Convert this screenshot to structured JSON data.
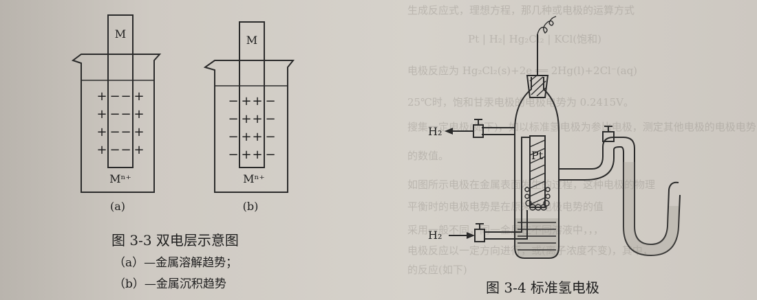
{
  "figure_3_3": {
    "beaker_a": {
      "electrode_label": "M",
      "ion_label": "Mⁿ⁺",
      "sublabel": "(a)",
      "rows": [
        {
          "outer_left": "+",
          "inner_left": "−",
          "inner_right": "−",
          "outer_right": "+"
        },
        {
          "outer_left": "+",
          "inner_left": "−",
          "inner_right": "−",
          "outer_right": "+"
        },
        {
          "outer_left": "+",
          "inner_left": "−",
          "inner_right": "−",
          "outer_right": "+"
        },
        {
          "outer_left": "+",
          "inner_left": "−",
          "inner_right": "−",
          "outer_right": "+"
        }
      ]
    },
    "beaker_b": {
      "electrode_label": "M",
      "ion_label": "Mⁿ⁺",
      "sublabel": "(b)",
      "rows": [
        {
          "outer_left": "−",
          "inner_left": "+",
          "inner_right": "+",
          "outer_right": "−"
        },
        {
          "outer_left": "−",
          "inner_left": "+",
          "inner_right": "+",
          "outer_right": "−"
        },
        {
          "outer_left": "−",
          "inner_left": "+",
          "inner_right": "+",
          "outer_right": "−"
        },
        {
          "outer_left": "−",
          "inner_left": "+",
          "inner_right": "+",
          "outer_right": "−"
        }
      ]
    },
    "caption": "图 3-3   双电层示意图",
    "caption_line_a": "（a）—金属溶解趋势；",
    "caption_line_b": "（b）—金属沉积趋势"
  },
  "figure_3_4": {
    "h2_outlet_label": "H₂",
    "h2_inlet_label": "H₂",
    "electrode_label": "Pt",
    "caption": "图 3-4   标准氢电极"
  },
  "background_text": [
    "生成反应式，理想方程，那几种或电极的运算方式",
    "Pt | H₂| Hg₂Cl₂ | KCl(饱和)",
    "电极反应为     Hg₂Cl₂(s)+2e ══ 2Hg(l)+2Cl⁻(aq)",
    "25℃时，饱和甘汞电极的电极电势为 0.2415V。",
    "搜集一定电极(如下)，如以标准氢电极为参比电极，测定其他电极的电极电势",
    "的数值。",
    "如图所示电极在金属表面发生的过程，这种电极的物理",
    "平衡时的电极电势是在原来的电极电势的值",
    "采用一般不同，同一金属在不同溶液中，，，",
    "电极反应以一定方向进行，或(离子浓度不变)，其中，",
    "的反应(如下)"
  ]
}
